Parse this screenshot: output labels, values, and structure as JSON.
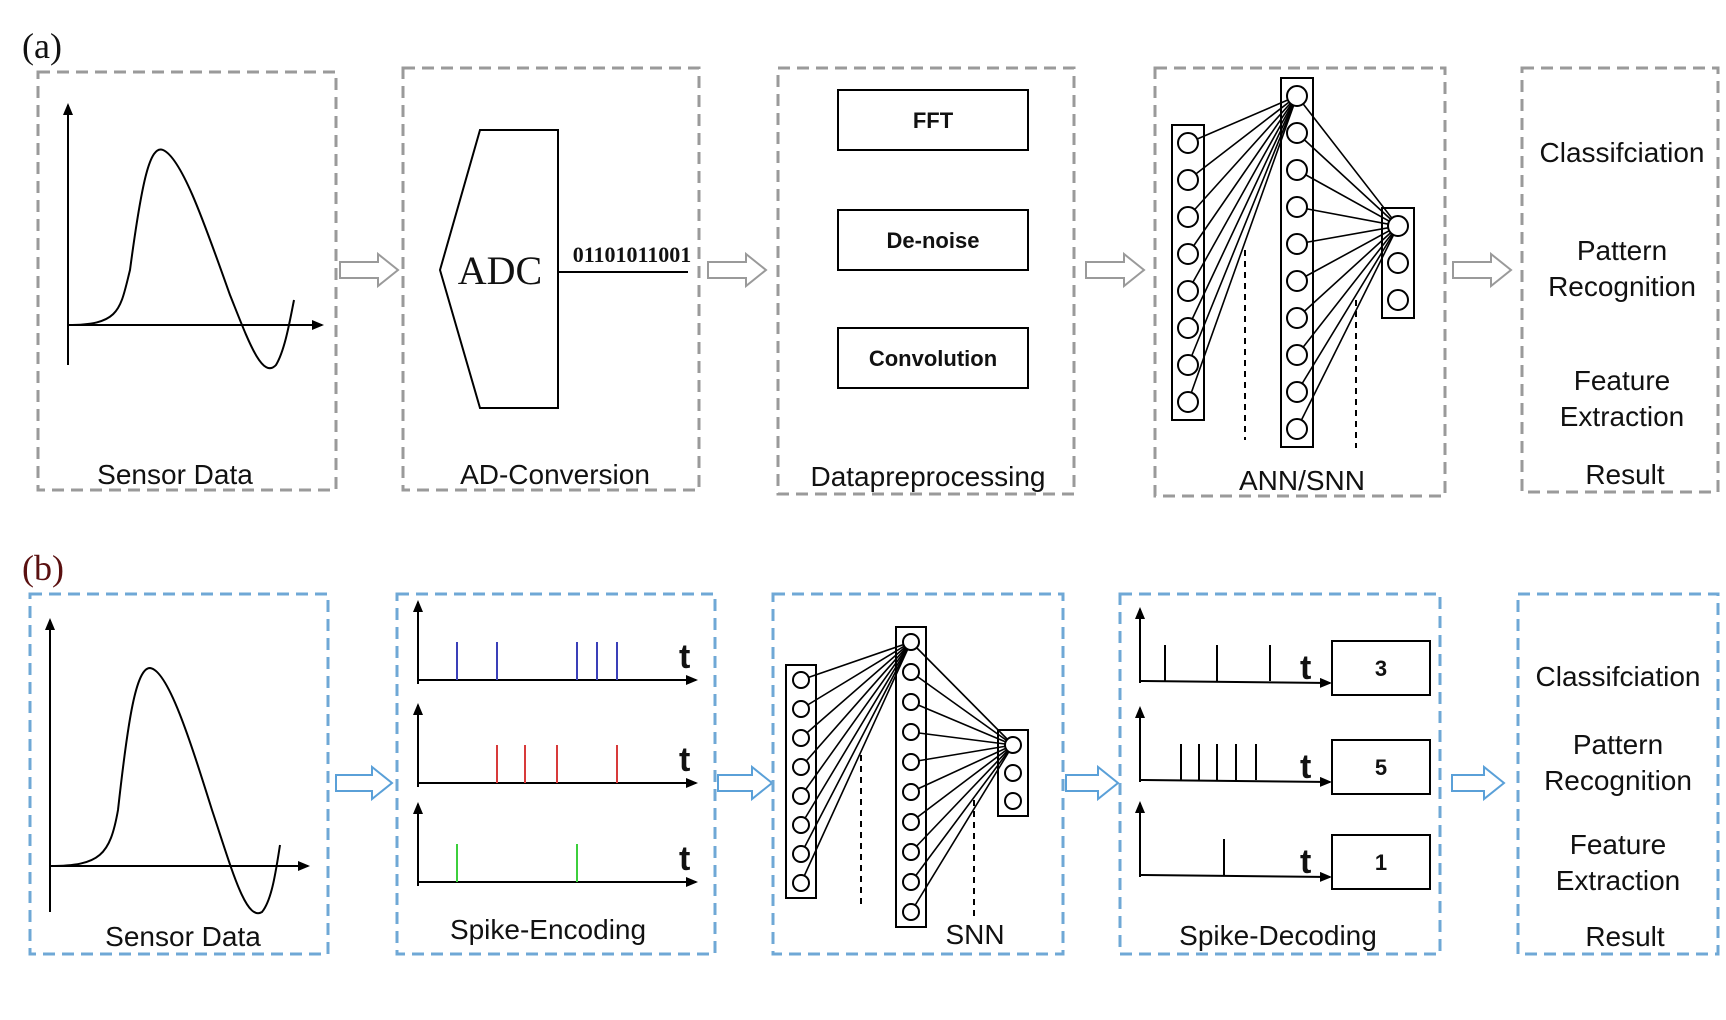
{
  "panel_a": {
    "label": "(a)",
    "sensor_caption": "Sensor Data",
    "adc_label": "ADC",
    "binary": "01101011001",
    "adc_caption": "AD-Conversion",
    "pre_boxes": [
      "FFT",
      "De-noise",
      "Convolution"
    ],
    "pre_caption": "Datapreprocessing",
    "net_caption": "ANN/SNN",
    "result_items": [
      [
        "Classifciation"
      ],
      [
        "Pattern",
        "Recognition"
      ],
      [
        "Feature",
        "Extraction"
      ]
    ],
    "result_caption": "Result",
    "color": "#9a9a9a"
  },
  "panel_b": {
    "label": "(b)",
    "sensor_caption": "Sensor Data",
    "encoding_caption": "Spike-Encoding",
    "time_label": "t",
    "spike_trains": [
      {
        "color": "#3a3fb8"
      },
      {
        "color": "#d83a3a"
      },
      {
        "color": "#3ccf3c"
      }
    ],
    "net_caption": "SNN",
    "decoding_caption": "Spike-Decoding",
    "decoded_counts": [
      "3",
      "5",
      "1"
    ],
    "result_items": [
      [
        "Classifciation"
      ],
      [
        "Pattern",
        "Recognition"
      ],
      [
        "Feature",
        "Extraction"
      ]
    ],
    "result_caption": "Result",
    "color": "#6fa8d6",
    "arrow_color": "#5aa0d8"
  }
}
